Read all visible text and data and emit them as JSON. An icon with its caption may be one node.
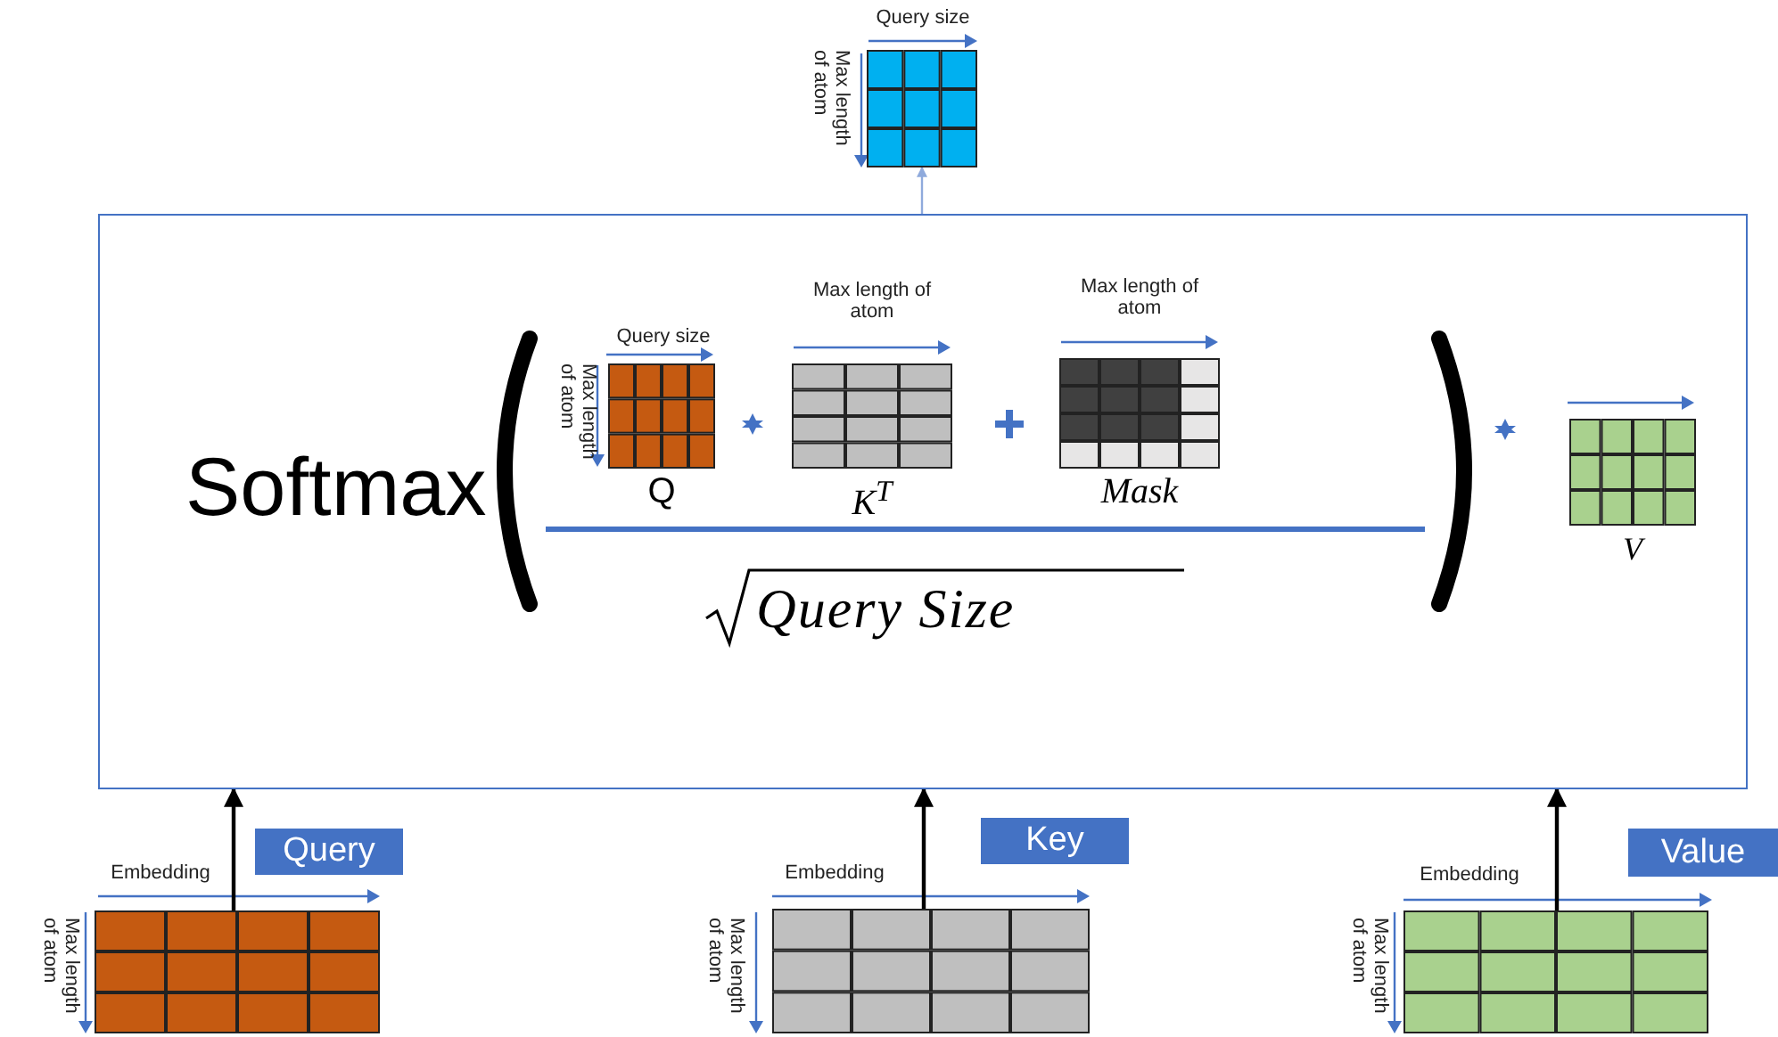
{
  "diagram": {
    "nodes": [
      {
        "text": [],
        "shape": "box",
        "beside": [
          "Query size",
          "Max length of atom"
        ]
      },
      {
        "text": [
          "Softmax"
        ]
      },
      {
        "text": [
          "Q"
        ],
        "in": 1,
        "beside": [
          "Query size",
          "Max length of atom"
        ]
      },
      {
        "text": [
          "K$^{T}$"
        ],
        "in": 1,
        "beside": [
          "Max length of atom"
        ]
      },
      {
        "text": [
          "Mask"
        ],
        "in": 1,
        "beside": [
          "Max length of atom"
        ]
      },
      {
        "text": [
          "V"
        ],
        "in": 1
      },
      {
        "text": [
          "Query"
        ]
      },
      {
        "text": [],
        "shape": "box",
        "beside": [
          "Embedding",
          "Max length of atom"
        ]
      },
      {
        "text": [
          "Key"
        ]
      },
      {
        "text": [],
        "shape": "box",
        "beside": [
          "Embedding",
          "Max length of atom"
        ]
      },
      {
        "text": [
          "Value"
        ]
      },
      {
        "text": [],
        "shape": "box",
        "beside": [
          "Embedding",
          "Max length of atom"
        ]
      }
    ],
    "edges": [
      {
        "from": 7,
        "to": 1,
        "arrow": "to"
      },
      {
        "from": 9,
        "to": 1,
        "arrow": "to"
      },
      {
        "from": 11,
        "to": 1,
        "arrow": "to"
      },
      {
        "from": 1,
        "to": 0,
        "arrow": "to",
        "color": "#8faadc"
      }
    ],
    "labels": [
      "Query Size"
    ]
  }
}
